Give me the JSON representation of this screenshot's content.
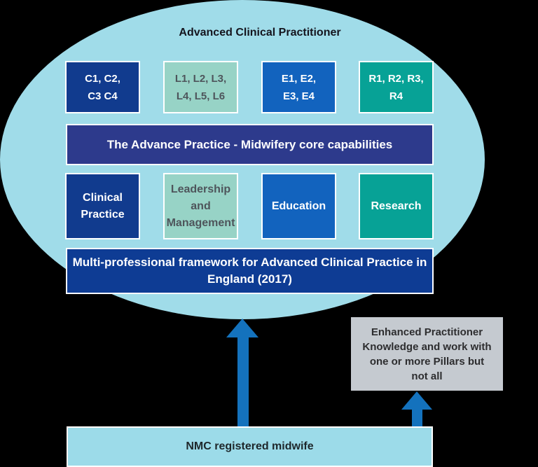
{
  "background_color": "#000000",
  "diagram": {
    "title": "Advanced Clinical Practitioner",
    "ellipse_color": "#A0DCE9",
    "arrow_color": "#1472BD",
    "pillar_codes": [
      {
        "label": "C1, C2,\nC3 C4",
        "bg": "#113B8E",
        "color": "#FFFFFF"
      },
      {
        "label": "L1, L2, L3,\nL4, L5, L6",
        "bg": "#97D3C6",
        "color": "#4E555B"
      },
      {
        "label": "E1, E2,\nE3, E4",
        "bg": "#1263BE",
        "color": "#FFFFFF"
      },
      {
        "label": "R1, R2, R3,\nR4",
        "bg": "#07A296",
        "color": "#FFFFFF"
      }
    ],
    "capabilities_bar": {
      "label": "The Advance Practice - Midwifery core capabilities",
      "bg": "#2D3A8C",
      "color": "#FFFFFF"
    },
    "pillars": [
      {
        "label": "Clinical\nPractice",
        "bg": "#113B8E",
        "color": "#FFFFFF"
      },
      {
        "label": "Leadership\nand\nManagement",
        "bg": "#97D3C6",
        "color": "#4E555B"
      },
      {
        "label": "Education",
        "bg": "#1263BE",
        "color": "#FFFFFF"
      },
      {
        "label": "Research",
        "bg": "#07A296",
        "color": "#FFFFFF"
      }
    ],
    "framework_bar": {
      "label": "Multi-professional framework for Advanced Clinical Practice in\nEngland (2017)",
      "bg": "#0E3C94",
      "color": "#FFFFFF"
    },
    "enhanced_box": {
      "label": "Enhanced Practitioner\nKnowledge and work with\none or more Pillars but\nnot all",
      "bg": "#C5CAD0",
      "color": "#2D2D2F"
    },
    "base_bar": {
      "label": "NMC registered midwife",
      "bg": "#9CDBE9",
      "color": "#1E272B"
    }
  }
}
